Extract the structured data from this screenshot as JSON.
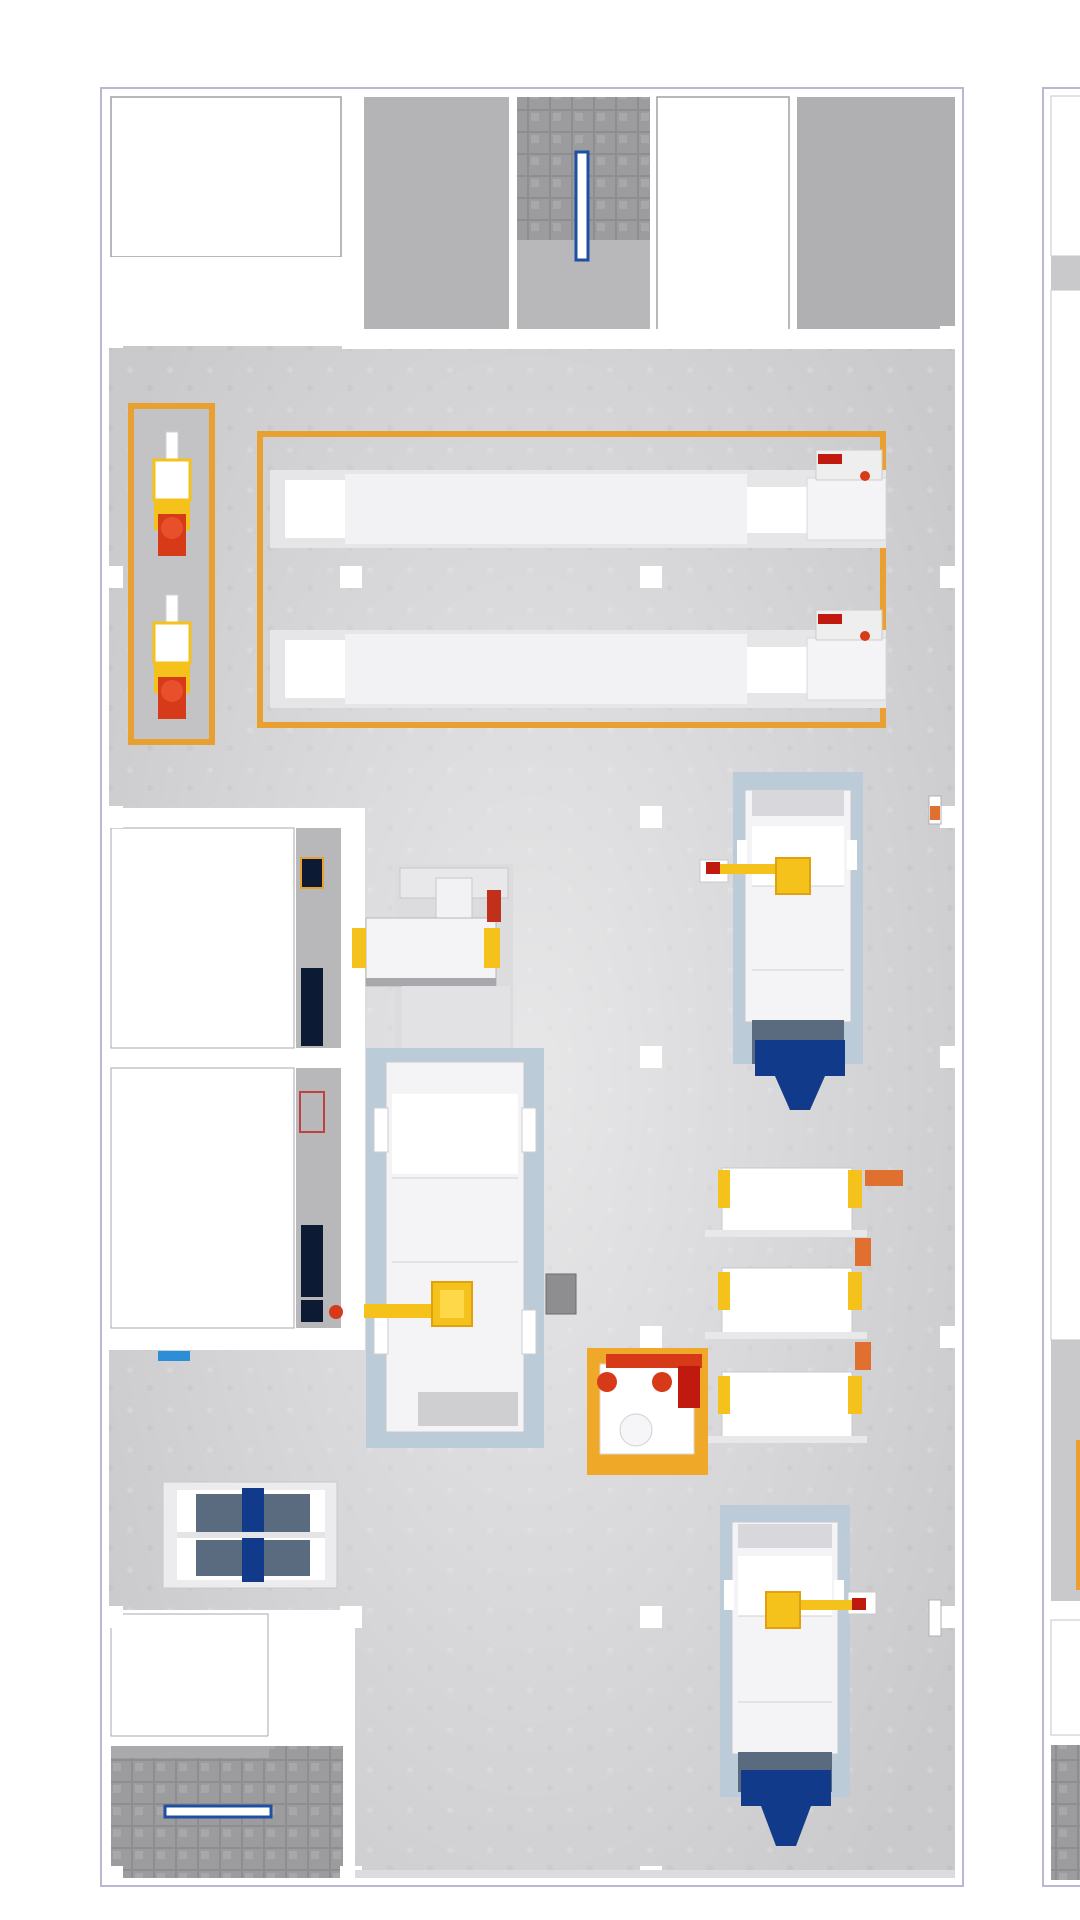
{
  "view": {
    "type": "factory-floor-plan",
    "projection": "top-down",
    "background": "#ffffff"
  },
  "colors": {
    "floor": "#c9c9cc",
    "floor_light": "#e4e4e7",
    "wall": "#ffffff",
    "frame_border": "#b8b8d0",
    "zone_outline": "#e8a030",
    "robot_yellow": "#f5c21b",
    "robot_red": "#d63a18",
    "machine_white": "#f4f4f6",
    "machine_base": "#bccbd8",
    "dark_panel": "#0c1a33",
    "truck_blue": "#123a8a",
    "orange_cell": "#f0a828",
    "tile_dark": "#8a8a8c",
    "blue_marker": "#2b8ed6"
  },
  "elements": {
    "rooms": [
      "storage-room",
      "tiled-room",
      "office-room",
      "grey-room",
      "side-room-upper",
      "side-room-lower",
      "small-room-bottom",
      "tiled-room-bottom"
    ],
    "robot_cells": [
      "robot-column-left",
      "press-line-enclosure",
      "machine-cell-right-upper",
      "central-processing-machine",
      "machine-cell-right-lower",
      "orange-robot-cell"
    ],
    "pillars": 10,
    "conveyor_lines": 2,
    "stamping_stations": 3
  }
}
